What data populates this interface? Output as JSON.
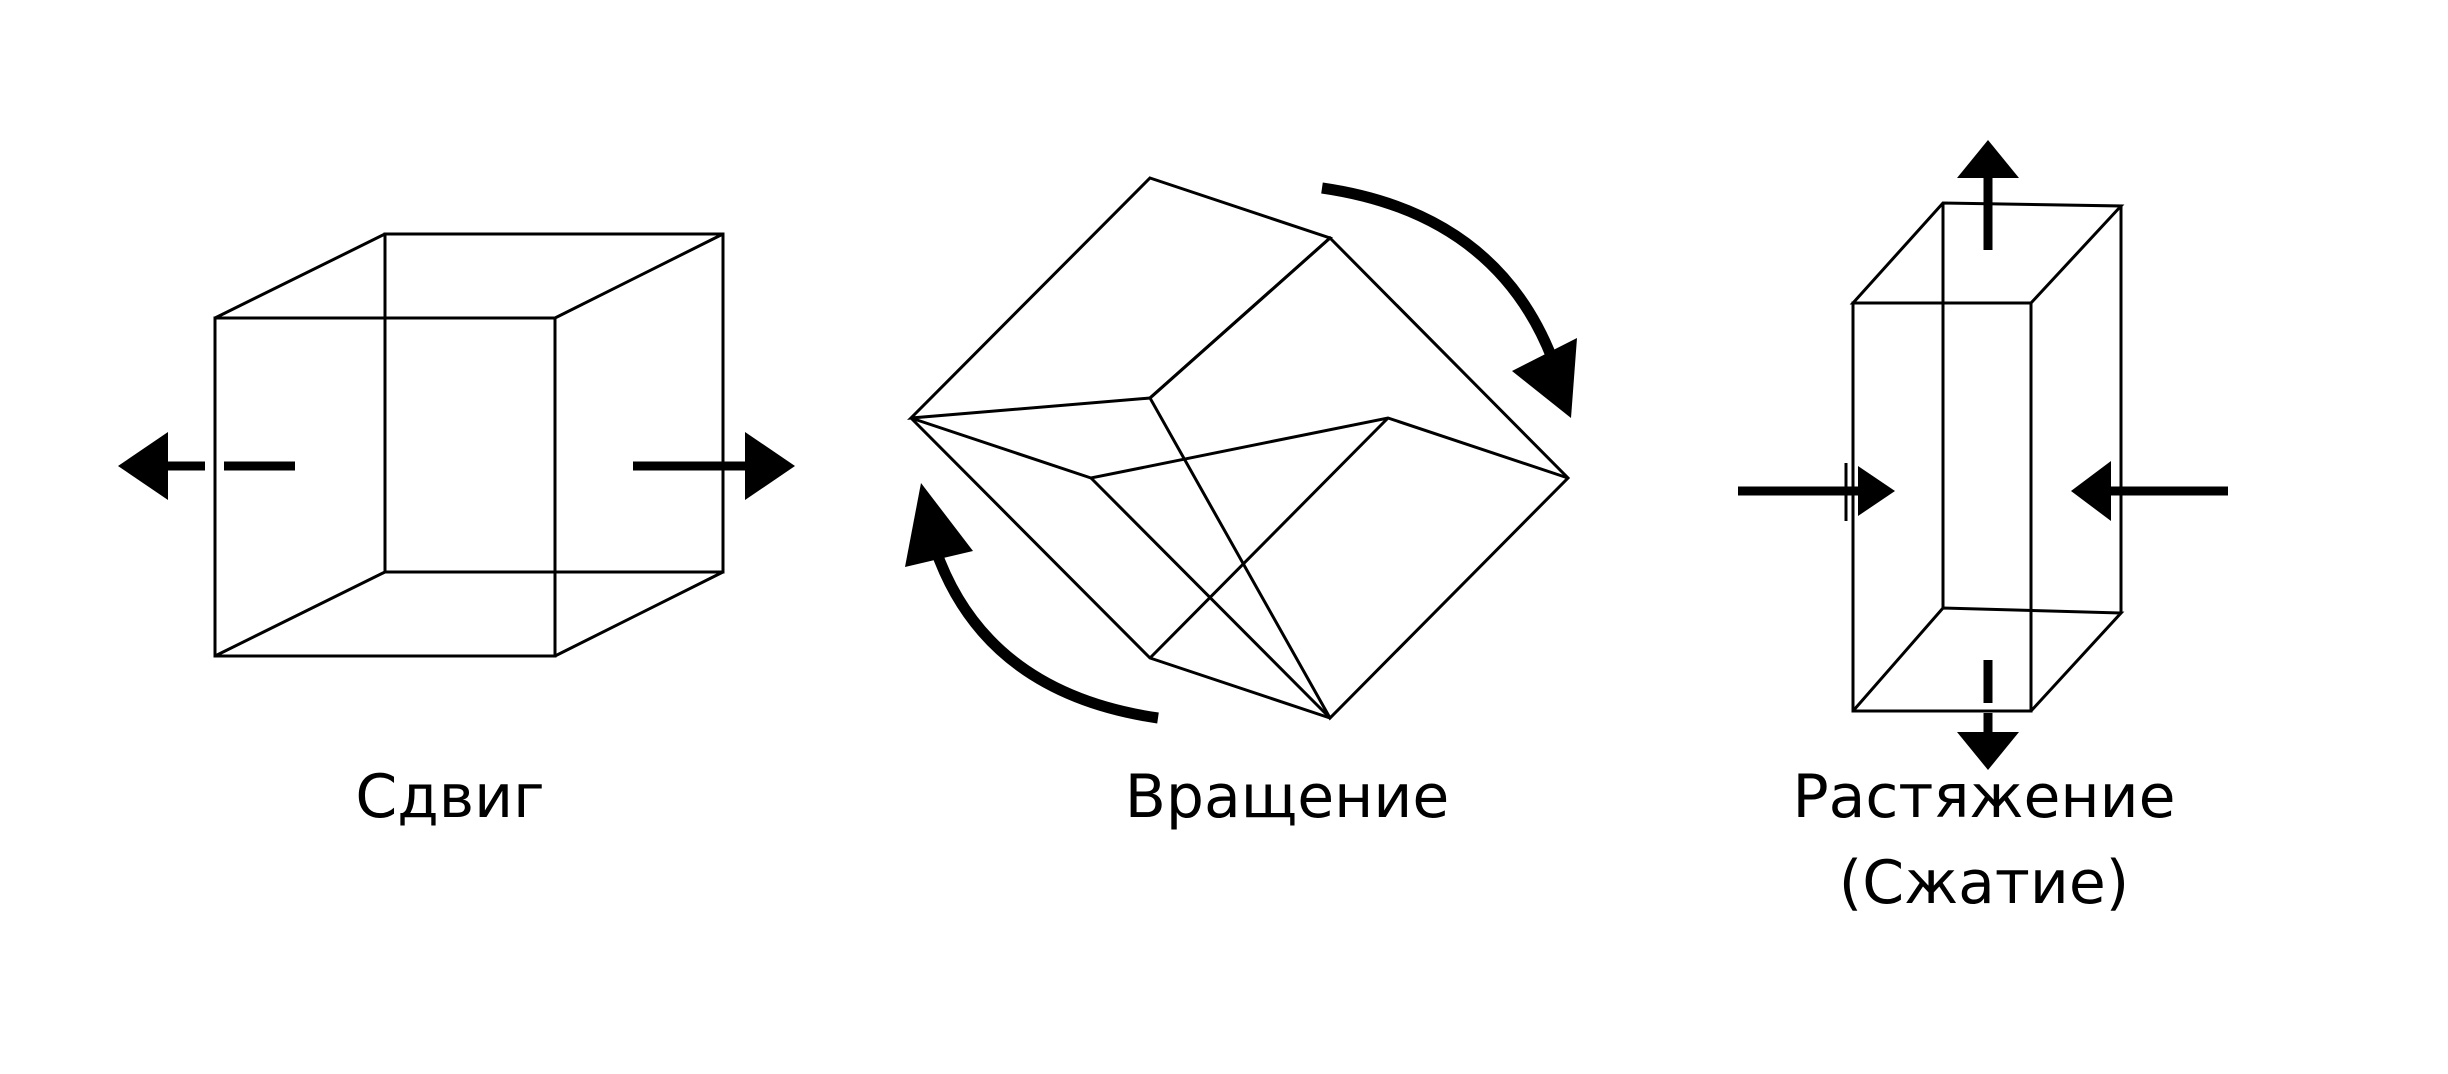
{
  "diagram": {
    "labels": {
      "shear": "Сдвиг",
      "rotation": "Вращение",
      "tension_line1": "Растяжение",
      "tension_line2": "(Сжатие)"
    },
    "colors": {
      "background": "#ffffff",
      "lines": "#000000"
    },
    "icons": {
      "shear": [
        "arrow-left-icon",
        "arrow-right-icon"
      ],
      "rotation": [
        "curved-arrow-clockwise-icon"
      ],
      "tension": [
        "arrow-up-icon",
        "arrow-down-icon",
        "arrow-right-icon",
        "arrow-left-icon"
      ]
    }
  }
}
